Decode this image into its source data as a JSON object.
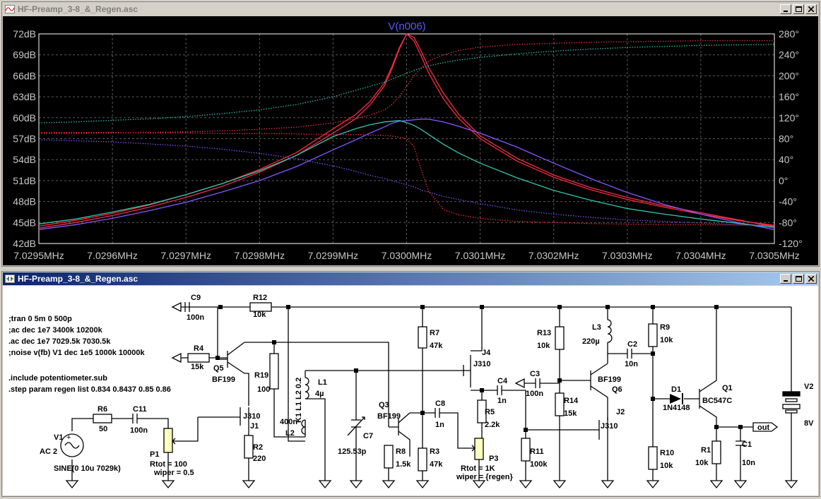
{
  "plot_window": {
    "title": "HF-Preamp_3-8_&_Regen.asc",
    "buttons": {
      "minimize": "_",
      "maximize": "□",
      "close": "✕"
    }
  },
  "schematic_window": {
    "title": "HF-Preamp_3-8_&_Regen.asc"
  },
  "chart_data": {
    "type": "line",
    "title": "V(n006)",
    "x_ticks": [
      "7.0295MHz",
      "7.0296MHz",
      "7.0297MHz",
      "7.0298MHz",
      "7.0299MHz",
      "7.0300MHz",
      "7.0301MHz",
      "7.0302MHz",
      "7.0303MHz",
      "7.0304MHz",
      "7.0305MHz"
    ],
    "y_left_ticks": [
      "72dB",
      "69dB",
      "66dB",
      "63dB",
      "60dB",
      "57dB",
      "54dB",
      "51dB",
      "48dB",
      "45dB",
      "42dB"
    ],
    "y_right_ticks": [
      "280°",
      "240°",
      "200°",
      "160°",
      "120°",
      "80°",
      "40°",
      "0°",
      "-40°",
      "-80°",
      "-120°"
    ],
    "xlim": [
      7.0295,
      7.0305
    ],
    "ylim_db": [
      42,
      72
    ],
    "ylim_phase": [
      -120,
      280
    ],
    "grid": true,
    "x": [
      7.0295,
      7.02955,
      7.0296,
      7.02965,
      7.0297,
      7.02975,
      7.0298,
      7.02985,
      7.0299,
      7.02993,
      7.02995,
      7.02997,
      7.02998,
      7.02999,
      7.03,
      7.03001,
      7.03002,
      7.03003,
      7.03005,
      7.03007,
      7.0301,
      7.03015,
      7.0302,
      7.03025,
      7.0303,
      7.03035,
      7.0304,
      7.03045,
      7.0305
    ],
    "series": [
      {
        "color": "#ff2a2a",
        "style": "solid",
        "axis": "db",
        "values": [
          44.5,
          45.3,
          46.3,
          47.5,
          49.0,
          50.6,
          52.6,
          55.0,
          58.4,
          60.4,
          62.3,
          65.0,
          67.3,
          70.0,
          72.0,
          71.0,
          68.8,
          66.4,
          62.7,
          60.0,
          57.0,
          53.8,
          51.5,
          49.7,
          48.3,
          47.2,
          46.2,
          45.3,
          44.6
        ]
      },
      {
        "color": "#e8305a",
        "style": "solid",
        "axis": "db",
        "values": [
          44.2,
          45.0,
          46.0,
          47.2,
          48.6,
          50.2,
          52.2,
          54.6,
          57.8,
          59.8,
          61.8,
          64.6,
          67.0,
          69.8,
          72.0,
          71.5,
          69.5,
          67.2,
          63.5,
          60.6,
          57.4,
          54.2,
          51.8,
          50.0,
          48.6,
          47.4,
          46.4,
          45.4,
          44.4
        ]
      },
      {
        "color": "#8855ff",
        "style": "solid",
        "axis": "db",
        "values": [
          44.0,
          44.7,
          45.6,
          46.7,
          47.9,
          49.4,
          51.0,
          53.0,
          55.4,
          56.8,
          57.8,
          58.7,
          59.2,
          59.5,
          59.6,
          59.7,
          59.8,
          59.8,
          59.4,
          58.8,
          57.8,
          55.8,
          53.5,
          51.3,
          49.3,
          47.6,
          46.2,
          45.0,
          44.0
        ]
      },
      {
        "color": "#30c8b0",
        "style": "solid",
        "axis": "db",
        "values": [
          44.8,
          45.5,
          46.5,
          47.6,
          49.0,
          50.6,
          52.4,
          54.6,
          57.3,
          58.4,
          59.0,
          59.4,
          59.5,
          59.6,
          59.3,
          58.9,
          58.3,
          57.6,
          56.2,
          55.0,
          53.5,
          51.4,
          49.6,
          48.2,
          47.0,
          46.2,
          45.5,
          44.9,
          44.3
        ]
      },
      {
        "color": "#e8305a",
        "style": "dotted",
        "axis": "phase",
        "values": [
          90,
          90,
          91,
          92,
          93,
          95,
          98,
          102,
          110,
          118,
          125,
          135,
          145,
          160,
          180,
          200,
          215,
          228,
          240,
          248,
          255,
          260,
          262,
          264,
          265,
          266,
          267,
          267,
          267
        ]
      },
      {
        "color": "#30c8b0",
        "style": "dotted",
        "axis": "phase",
        "values": [
          110,
          112,
          115,
          118,
          122,
          128,
          135,
          145,
          160,
          172,
          180,
          188,
          194,
          199,
          205,
          210,
          215,
          219,
          225,
          230,
          235,
          242,
          247,
          251,
          254,
          256,
          258,
          259,
          260
        ]
      },
      {
        "color": "#ff2a2a",
        "style": "dotted",
        "axis": "phase",
        "values": [
          92,
          92,
          92,
          91,
          91,
          90,
          90,
          89,
          88,
          88,
          87,
          86,
          85,
          83,
          80,
          65,
          20,
          -20,
          -55,
          -65,
          -72,
          -78,
          -80,
          -82,
          -83,
          -84,
          -84,
          -85,
          -85
        ]
      },
      {
        "color": "#8855ff",
        "style": "dotted",
        "axis": "phase",
        "values": [
          78,
          76,
          74,
          70,
          66,
          60,
          52,
          42,
          28,
          18,
          10,
          4,
          0,
          -4,
          -8,
          -12,
          -18,
          -22,
          -30,
          -36,
          -44,
          -56,
          -64,
          -70,
          -75,
          -78,
          -81,
          -84,
          -86
        ]
      }
    ]
  },
  "schematic": {
    "directives": [
      ";tran 0 5m 0 500p",
      ";ac dec 1e7 3400k 10200k",
      ".ac dec 1e7 7029.5k 7030.5k",
      ";noise v(fb) V1 dec 1e5 1000k 10000k",
      ".include potentiometer.sub",
      ".step param regen list 0.834 0.8437 0.85 0.86"
    ],
    "labels": {
      "c9": "C9",
      "c9v": "100n",
      "r12": "R12",
      "r12v": "10k",
      "r4": "R4",
      "r4v": "15k",
      "q5": "Q5",
      "q5t": "BF199",
      "r19": "R19",
      "r19v": "100",
      "k1": "K1 L1 L2 0.2",
      "l1": "L1",
      "l1v": "4µ",
      "l2v": "400n",
      "l2": "L2",
      "j1t": "J310",
      "j1": "J1",
      "r2": "R2",
      "r2v": "220",
      "r6": "R6",
      "r6v": "50",
      "c11": "C11",
      "c11v": "100n",
      "v1": "V1",
      "v1ac": "AC 2",
      "v1sine": "SINE(0 10u 7029k)",
      "p1": "P1",
      "p1rtot": "Rtot = 100",
      "p1wiper": "wiper = 0.5",
      "c7": "C7",
      "c7v": "125.53p",
      "q3": "Q3",
      "q3t": "BF199",
      "r8": "R8",
      "r8v": "1.5k",
      "r7": "R7",
      "r7v": "47k",
      "r3": "R3",
      "r3v": "47k",
      "c8": "C8",
      "c8v": "1n",
      "j4": "J4",
      "j4t": "J310",
      "c4": "C4",
      "c4v": "1n",
      "r5": "R5",
      "r5v": "2.2k",
      "p3": "P3",
      "p3rtot": "Rtot = 1K",
      "p3wiper": "wiper = {regen}",
      "r11": "R11",
      "r11v": "100k",
      "r13": "R13",
      "r13v": "10k",
      "c3": "C3",
      "c3v": "100n",
      "r14": "R14",
      "r14v": "15k",
      "l3": "L3",
      "l3v": "220µ",
      "q6t": "BF199",
      "q6": "Q6",
      "j2": "J2",
      "j2t": "J310",
      "c2": "C2",
      "c2v": "10n",
      "r9": "R9",
      "r9v": "10k",
      "d1": "D1",
      "d1t": "1N4148",
      "r10": "R10",
      "r10v": "10k",
      "q1": "Q1",
      "q1t": "BC547C",
      "r1": "R1",
      "r1v": "10k",
      "c1": "C1",
      "c1v": "10n",
      "out": "out",
      "v2": "V2",
      "v2v": "8V"
    }
  }
}
